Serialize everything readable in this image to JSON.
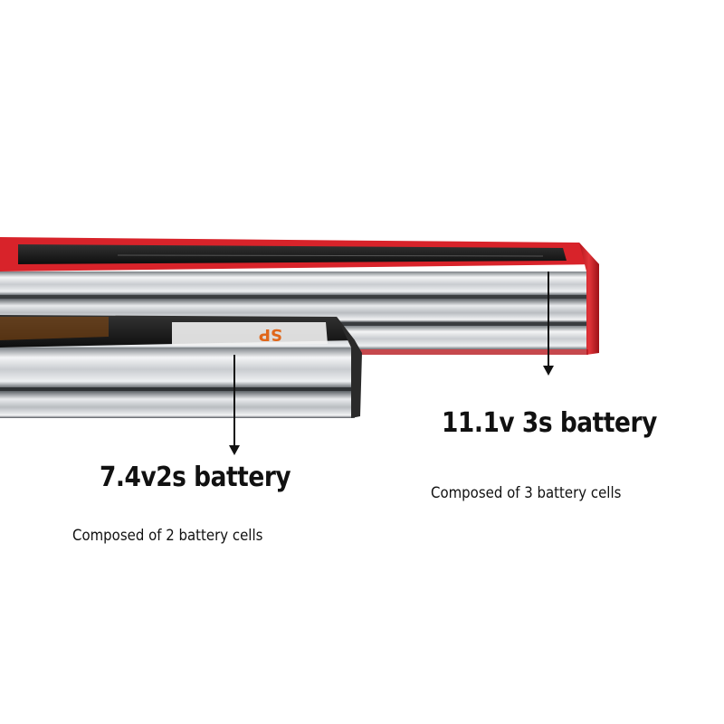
{
  "batteries": [
    {
      "title": "7.4v2s battery",
      "subtitle": "Composed of 2 battery cells"
    },
    {
      "title": "11.1v 3s battery",
      "subtitle": "Composed of 3 battery cells"
    }
  ],
  "colors": {
    "red_wrap": "#d8232a",
    "silver": "#d9dcdf",
    "label_dark": "#1a1a1a",
    "text": "#111111"
  }
}
